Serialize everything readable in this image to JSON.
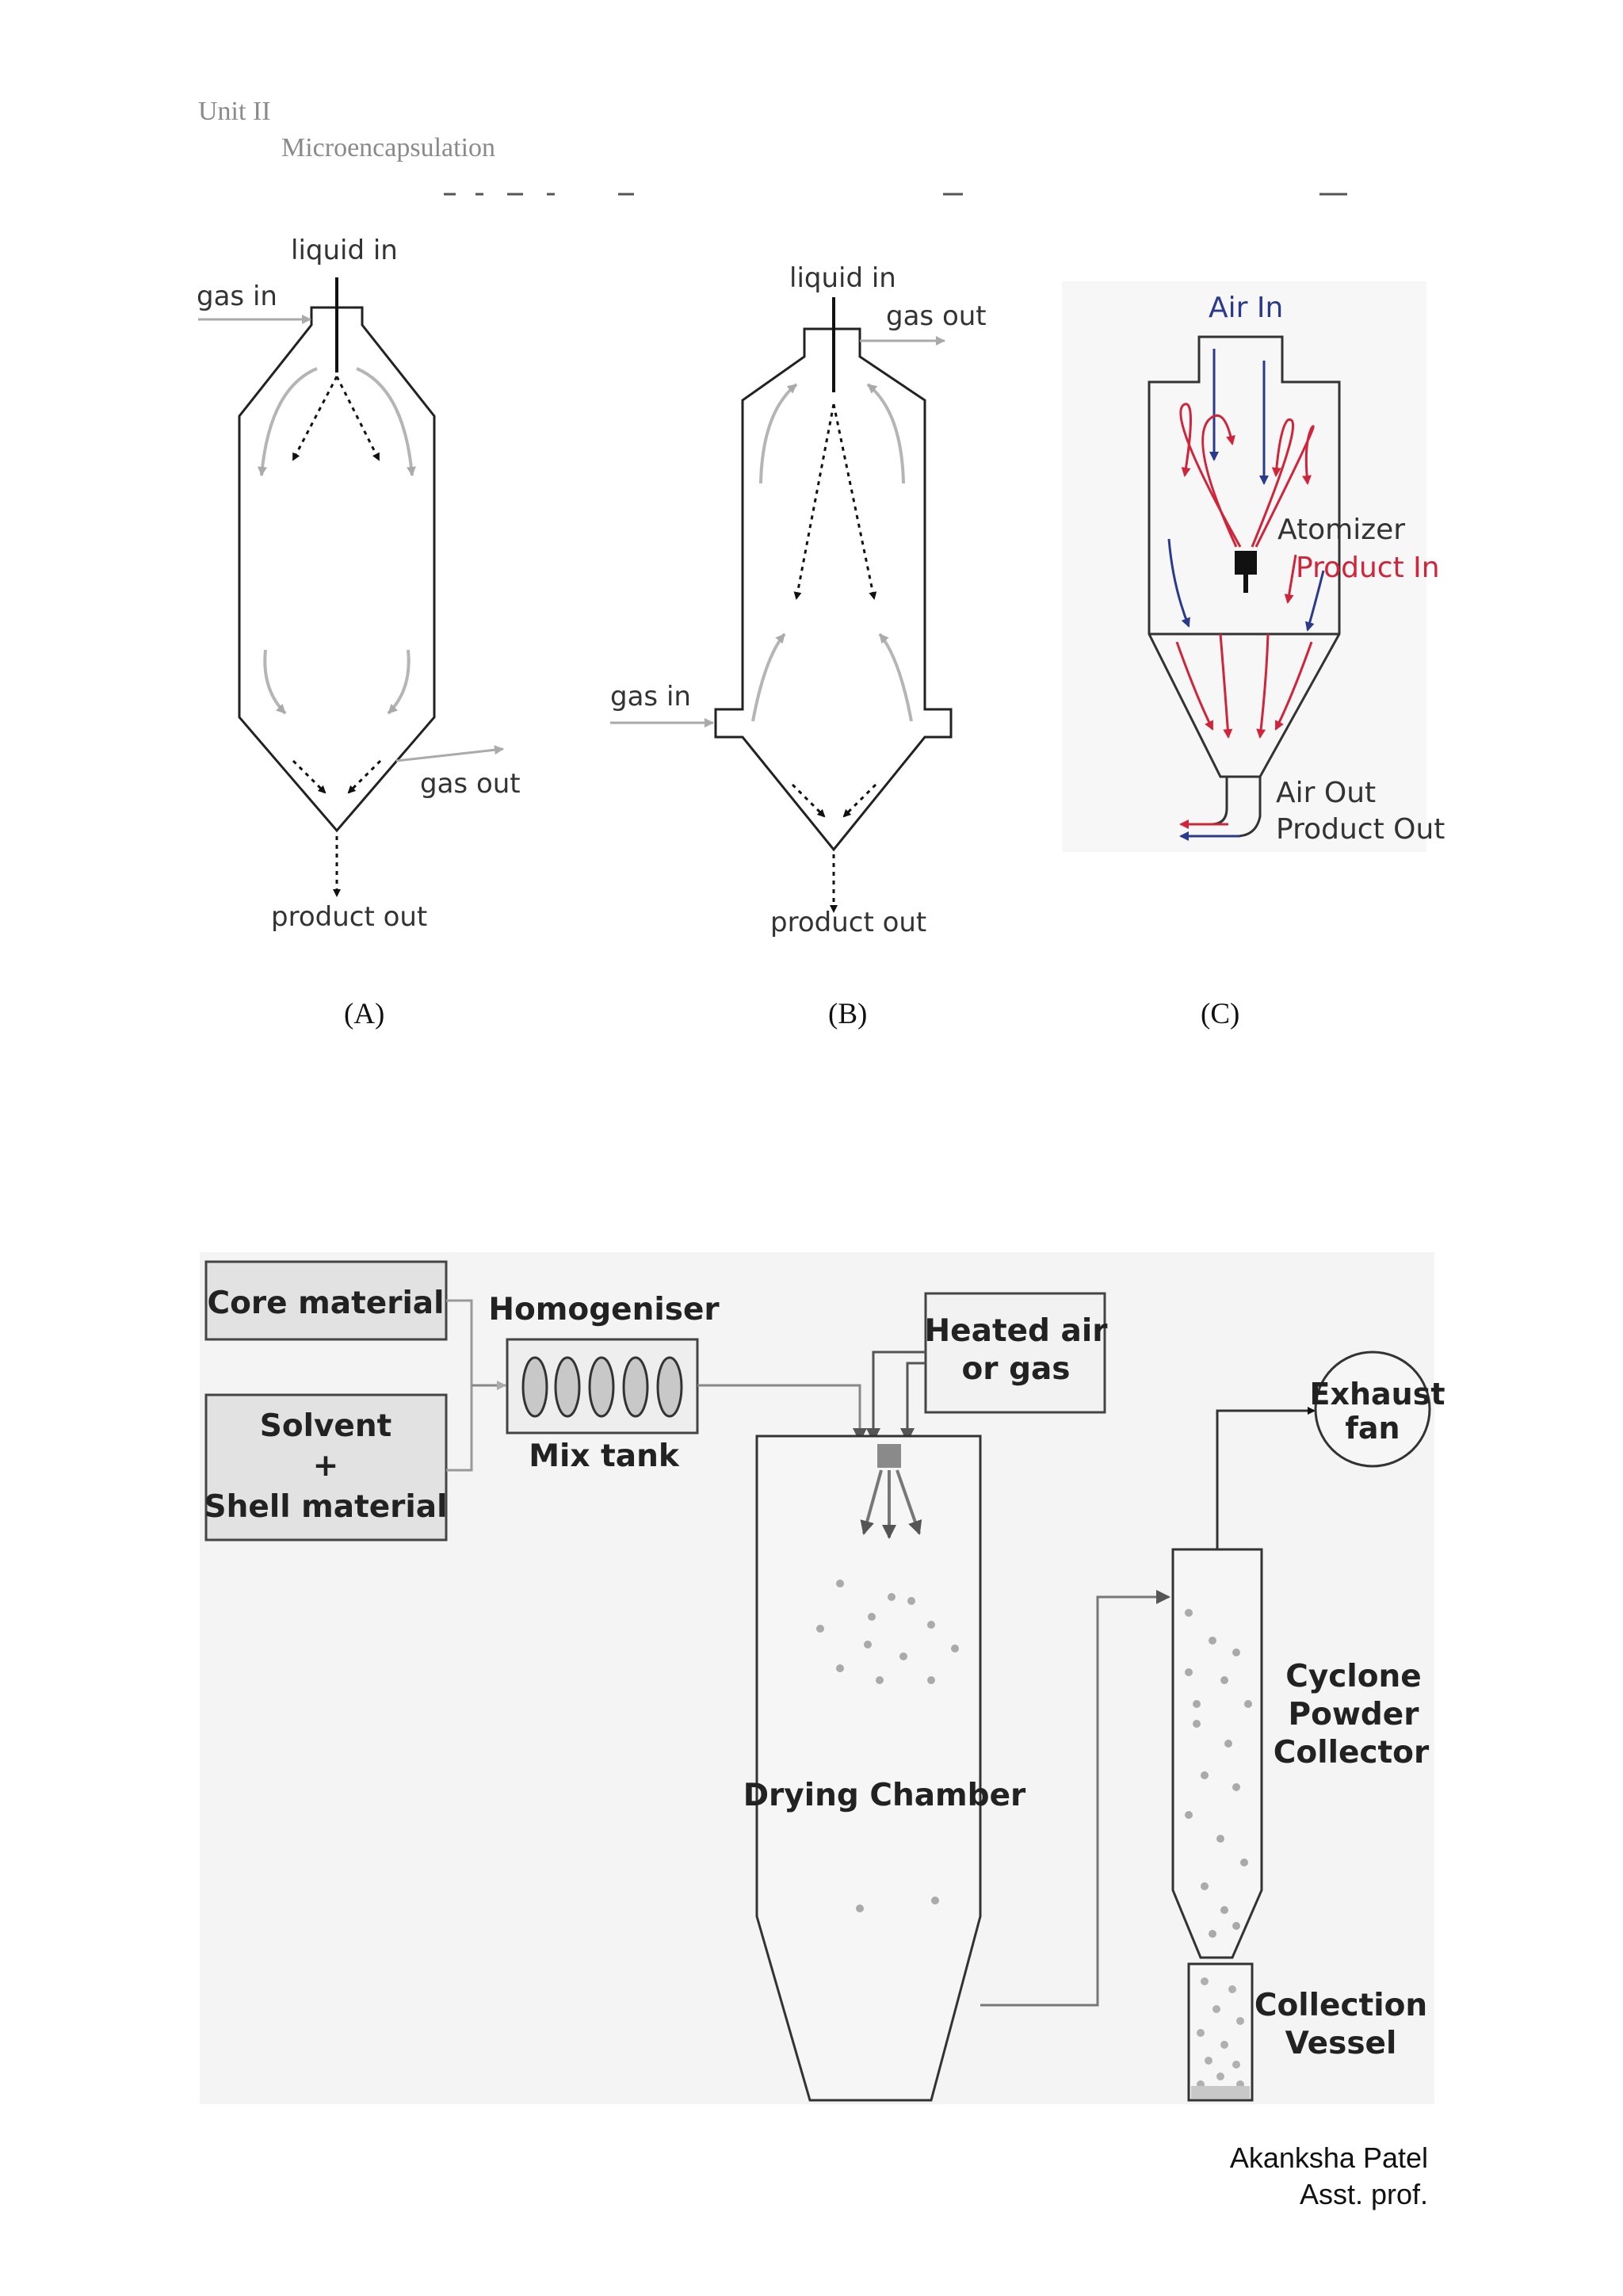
{
  "header": {
    "unit": "Unit II",
    "topic": "Microencapsulation"
  },
  "figure_top": {
    "panel_a": {
      "liquid_in": "liquid in",
      "gas_in": "gas in",
      "gas_out": "gas out",
      "product_out": "product out",
      "caption": "(A)"
    },
    "panel_b": {
      "liquid_in": "liquid in",
      "gas_out": "gas out",
      "gas_in": "gas in",
      "product_out": "product out",
      "caption": "(B)"
    },
    "panel_c": {
      "air_in": "Air In",
      "atomizer": "Atomizer",
      "product_in": "Product In",
      "air_out": "Air Out",
      "product_out": "Product Out",
      "caption": "(C)"
    }
  },
  "figure_bottom": {
    "core_material": "Core material",
    "solvent": "Solvent",
    "plus": "+",
    "shell_material": "Shell material",
    "homogeniser": "Homogeniser",
    "mix_tank": "Mix tank",
    "heated_air_1": "Heated air",
    "heated_air_2": "or gas",
    "drying_chamber": "Drying Chamber",
    "exhaust_1": "Exhaust",
    "exhaust_2": "fan",
    "cyclone_1": "Cyclone",
    "cyclone_2": "Powder",
    "cyclone_3": "Collector",
    "vessel_1": "Collection",
    "vessel_2": "Vessel"
  },
  "footer": {
    "author": "Akanksha Patel",
    "designation": "Asst. prof."
  },
  "colors": {
    "red": "#d0243a",
    "blue": "#2a3a8c",
    "gray_box": "#e2e2e2"
  }
}
